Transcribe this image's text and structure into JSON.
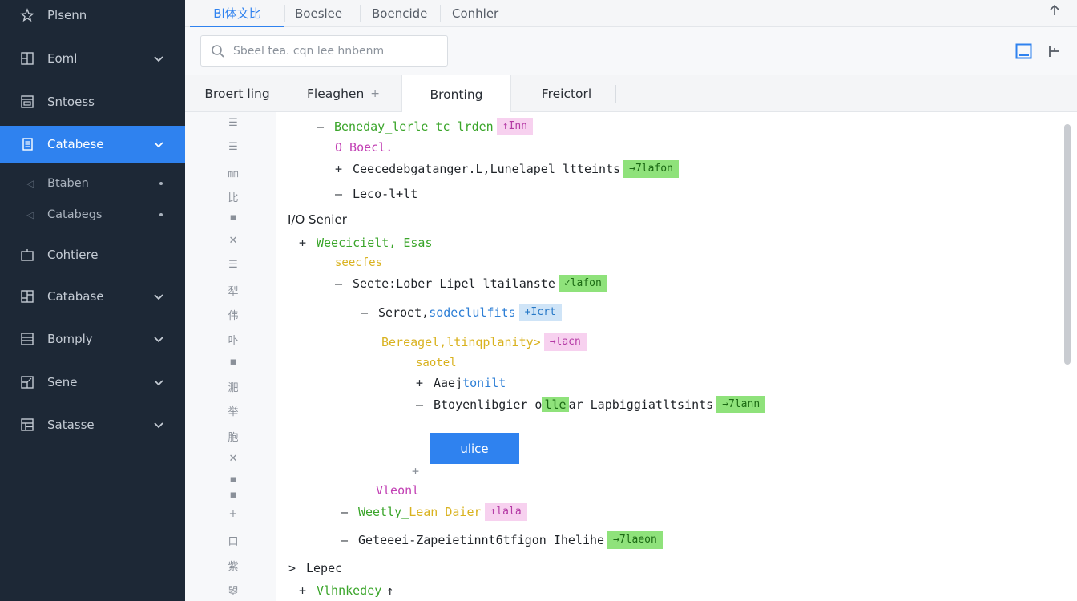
{
  "sidebar": {
    "items": [
      {
        "label": "Plsenn",
        "icon": "star-icon"
      },
      {
        "label": "Eoml",
        "icon": "grid-icon"
      },
      {
        "label": "Sntoess",
        "icon": "window-icon"
      },
      {
        "label": "Catabese",
        "icon": "document-icon"
      },
      {
        "label": "Cohtiere",
        "icon": "folder-icon"
      },
      {
        "label": "Catabase",
        "icon": "layout-icon"
      },
      {
        "label": "Bomply",
        "icon": "list-icon"
      },
      {
        "label": "Sene",
        "icon": "frame-icon"
      },
      {
        "label": "Satasse",
        "icon": "table-icon"
      }
    ],
    "subitems": [
      {
        "label": "Btaben"
      },
      {
        "label": "Catabegs"
      }
    ]
  },
  "topbar": {
    "tabs": [
      "Bl体文比",
      "Boeslee",
      "Boencide",
      "Conhler"
    ]
  },
  "search": {
    "placeholder": "Sbeel tea. cqn lee hnbenm"
  },
  "subtabs": [
    "Broert ling",
    "Fleaghen",
    "Bronting",
    "Freictorl"
  ],
  "gutter": [
    "☰",
    "☰",
    "㎜",
    "比",
    "▪",
    "✕",
    "☰",
    "犁",
    "伟",
    "卟",
    "▪",
    "淝",
    "举",
    "胞",
    "✕",
    "▪",
    "▪",
    "+",
    "口",
    "紫",
    "曌"
  ],
  "content": {
    "l1": {
      "text": "Beneday_lerle tc lrden",
      "tag": "↑Inn"
    },
    "l2": {
      "text": "O Boecl."
    },
    "l3": {
      "text": "Ceecedebgatanger.L,Lunelapel ltteints",
      "tag": "→7lafon"
    },
    "l4": {
      "text": "Leco-l+lt"
    },
    "l5": {
      "text": "I/O Senier"
    },
    "l6": {
      "text": "Weecicielt, Esas"
    },
    "l7": {
      "text": "seecfes"
    },
    "l8": {
      "text": "Seete:Lober Lipel ltailanste",
      "tag": "✓lafon"
    },
    "l9": {
      "text": "Seroet,",
      "colored": "sodeclulfits",
      "tag": "+Icrt"
    },
    "l10": {
      "text": "Bereagel,ltinqplanity>",
      "tag": "→lacn"
    },
    "l11": {
      "text": "saotel"
    },
    "l12": {
      "text": "Aaej",
      "colored": "tonilt"
    },
    "l13": {
      "text": "Btoyenlibgier o",
      "hl": "lle",
      "text2": "ar Lapbiggiatltsints",
      "tag": "→7lann"
    },
    "l14": {
      "text": "Vleonl"
    },
    "l15": {
      "text": "Weetly_",
      "colored": "Lean Daier",
      "tag": "↑lala"
    },
    "l16": {
      "text": "Geteeei-Zapeietinnt6tfigon Ihelihe",
      "tag": "→7laeon"
    },
    "l17": {
      "text": "Lepec"
    },
    "l18": {
      "text": "Vlhnkedey"
    }
  },
  "button": {
    "label": "ulice"
  },
  "colors": {
    "accent": "#2f82ef",
    "sidebar_bg": "#1d2836"
  }
}
